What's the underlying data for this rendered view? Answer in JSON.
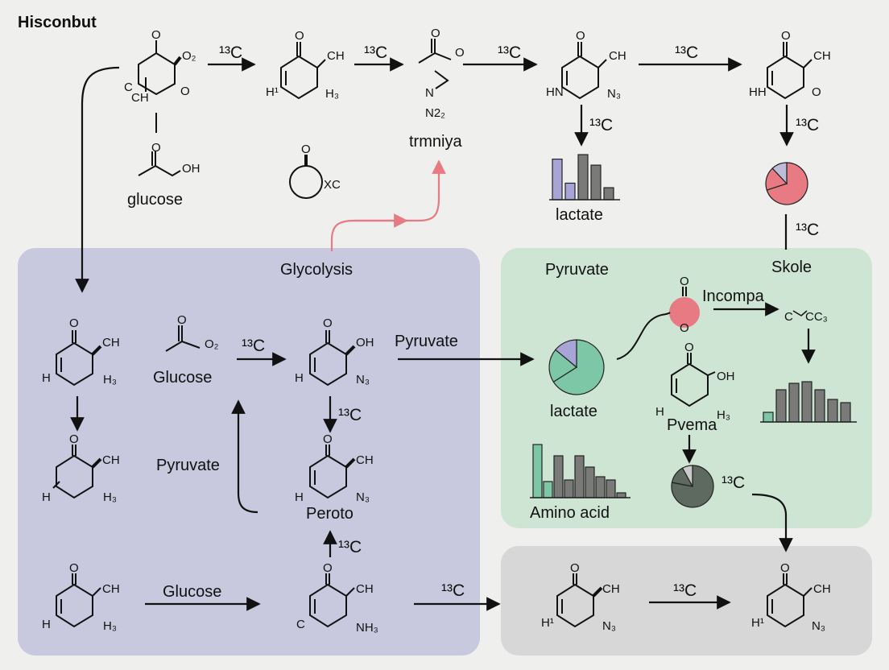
{
  "title": "Hisconbut",
  "colors": {
    "panel_glycolysis": "#c8c8de",
    "panel_pyruvate": "#cfe5d3",
    "panel_bottom": "#d7d7d7",
    "accent_red": "#e77a82",
    "accent_teal": "#7dc6a6",
    "accent_lavender": "#a8a4d6",
    "accent_gray": "#7a7a78",
    "accent_dark": "#5e6a60"
  },
  "labels": {
    "glucose": "glucose",
    "trmniya": "trmniya",
    "lactate_top": "lactate",
    "glycolysis": "Glycolysis",
    "pyruvate_panel": "Pyruvate",
    "skole": "Skole",
    "incompa": "Incompa",
    "glucose_mid": "Glucose",
    "pyruvate_arrow": "Pyruvate",
    "lactate_mid": "lactate",
    "pvema": "Pvema",
    "pyruvate_left": "Pyruvate",
    "peroto": "Peroto",
    "amino_acid": "Amino acid",
    "glucose_bottom": "Glucose",
    "c13": "¹³C"
  },
  "atoms": {
    "m1": [
      "O",
      "O₂",
      "O",
      "CH",
      "C"
    ],
    "m1_sub": [
      "O",
      "OH"
    ],
    "m2": [
      "O",
      "CH",
      "H¹",
      "H₃"
    ],
    "m3": [
      "O",
      "O",
      "N",
      "N2₂"
    ],
    "m3_sub": [
      "O",
      "XC"
    ],
    "m4": [
      "O",
      "CH",
      "HN",
      "N₃"
    ],
    "m5": [
      "O",
      "CH",
      "HH",
      "O"
    ],
    "g1": [
      "O",
      "CH",
      "H",
      "H₃"
    ],
    "g2": [
      "O",
      "O₂"
    ],
    "g3": [
      "O",
      "OH",
      "H",
      "N₃"
    ],
    "g4": [
      "O",
      "CH",
      "H",
      "H₃"
    ],
    "g5": [
      "O",
      "CH",
      "H",
      "N₃"
    ],
    "g6": [
      "O",
      "CH",
      "H",
      "H₃"
    ],
    "g7": [
      "O",
      "CH",
      "C",
      "NH₃"
    ],
    "p1": [
      "O",
      "O"
    ],
    "p2": [
      "C",
      "CC₃"
    ],
    "p3": [
      "O",
      "OH",
      "H",
      "H₃"
    ],
    "b1": [
      "O",
      "CH",
      "H¹",
      "N₃"
    ],
    "b2": [
      "O",
      "CH",
      "H¹",
      "N₃"
    ]
  },
  "chart_data": [
    {
      "type": "bar",
      "values": [
        54,
        22,
        60,
        46,
        16
      ],
      "colors": [
        "#a8a4d6",
        "#a8a4d6",
        "#7a7a78",
        "#7a7a78",
        "#7a7a78"
      ]
    },
    {
      "type": "pie",
      "values": [
        70,
        18,
        12
      ],
      "colors": [
        "#e77a82",
        "#e77a82",
        "#bdbdd8"
      ]
    },
    {
      "type": "pie",
      "values": [
        66,
        20,
        14
      ],
      "colors": [
        "#7dc6a6",
        "#7dc6a6",
        "#a8a4d6"
      ]
    },
    {
      "type": "pie",
      "values": [
        78,
        14,
        8
      ],
      "colors": [
        "#5e6a60",
        "#5e6a60",
        "#c9c9c9"
      ]
    },
    {
      "type": "bar",
      "values": [
        66,
        20,
        52,
        22,
        52,
        38,
        26,
        22,
        6
      ],
      "colors": [
        "#7dc6a6",
        "#7dc6a6",
        "#7a7a78",
        "#7a7a78",
        "#7a7a78",
        "#7a7a78",
        "#7a7a78",
        "#7a7a78",
        "#7a7a78"
      ]
    },
    {
      "type": "bar",
      "values": [
        12,
        40,
        48,
        50,
        40,
        28,
        24
      ],
      "colors": [
        "#7dc6a6",
        "#7a7a78",
        "#7a7a78",
        "#7a7a78",
        "#7a7a78",
        "#7a7a78",
        "#7a7a78"
      ]
    }
  ]
}
